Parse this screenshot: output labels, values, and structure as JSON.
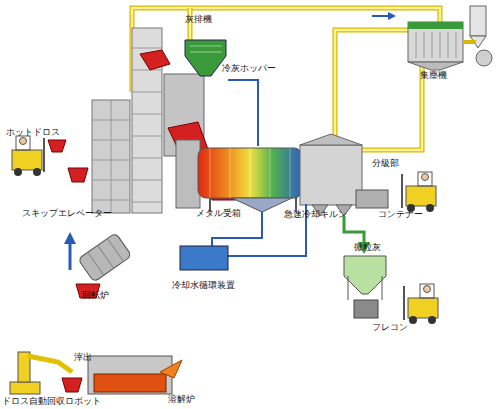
{
  "diagram": {
    "labels": [
      "灰排機",
      "冷灰ホッパー",
      "集塵機",
      "ホットドロス",
      "分級部",
      "スキップエレベーター",
      "メタル受箱",
      "急速冷却キルン",
      "コンテナー",
      "微粒灰",
      "冷却水循環装置",
      "回転炉",
      "フレコン",
      "滓出",
      "ドロス自動回収ロボット",
      "溶解炉"
    ]
  }
}
